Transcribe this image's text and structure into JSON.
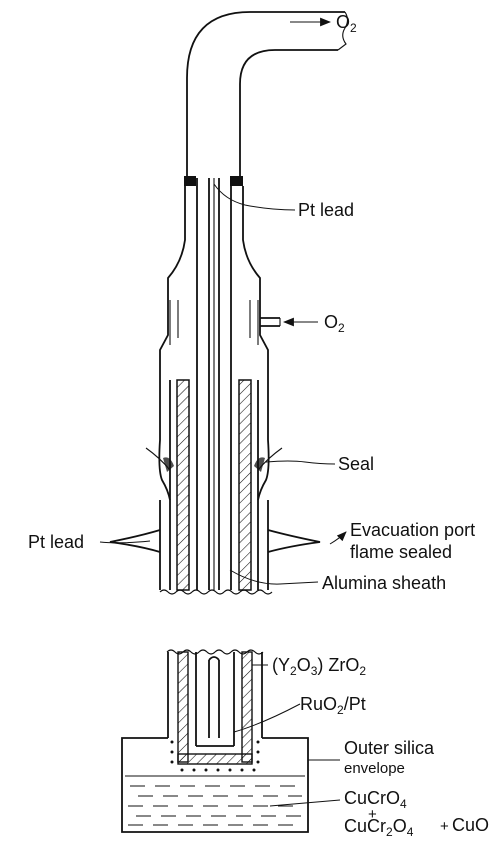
{
  "labels": {
    "o2_top_prefix": "O",
    "o2_top_sub": "2",
    "pt_lead_top": "Pt lead",
    "o2_side_prefix": "O",
    "o2_side_sub": "2",
    "seal": "Seal",
    "evacuation_line1": "Evacuation port",
    "evacuation_line2": "flame sealed",
    "pt_lead_left": "Pt lead",
    "alumina_sheath": "Alumina sheath",
    "zirconia_pre": "(Y",
    "zirconia_sub1": "2",
    "zirconia_mid": "O",
    "zirconia_sub2": "3",
    "zirconia_post": ") ZrO",
    "zirconia_sub3": "2",
    "ruo2_pre": "RuO",
    "ruo2_sub": "2",
    "ruo2_post": "/Pt",
    "outer_silica_line1": "Outer silica",
    "outer_silica_line2": "envelope",
    "cucro4_pre": "CuCrO",
    "cucro4_sub": "4",
    "plus1": "+",
    "cucr2o4_pre": "CuCr",
    "cucr2o4_sub1": "2",
    "cucr2o4_mid": "O",
    "cucr2o4_sub2": "4",
    "plus2": "+",
    "cuo": "CuO"
  }
}
